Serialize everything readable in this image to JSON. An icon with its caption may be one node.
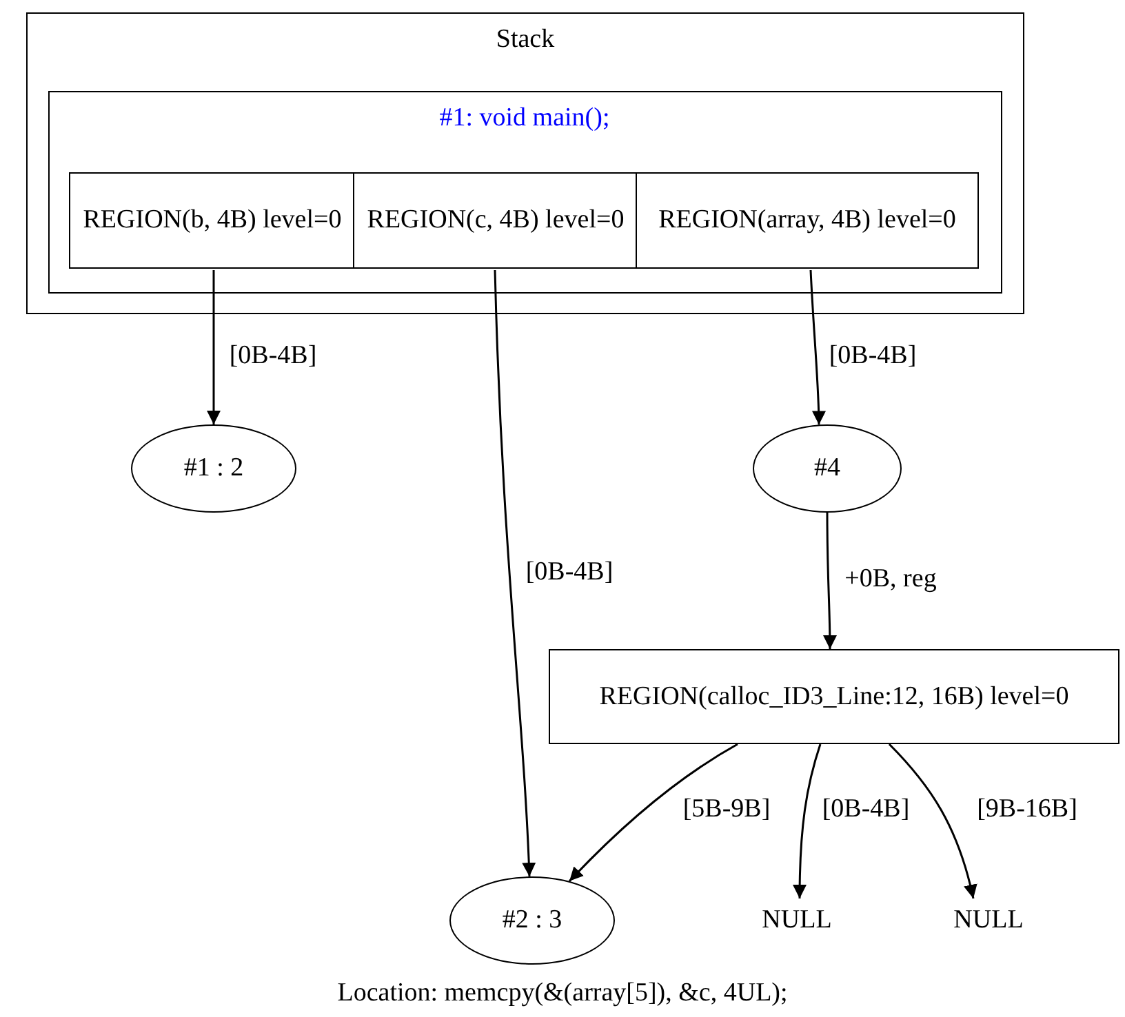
{
  "diagram": {
    "caption": "Location: memcpy(&(array[5]), &c, 4UL);",
    "nodes": [
      {
        "text": [
          "Stack"
        ]
      },
      {
        "text": [
          "#1: void main();"
        ],
        "in": 0
      },
      {
        "text": [
          "REGION(b, 4B) level=0"
        ],
        "in": 1
      },
      {
        "text": [
          "REGION(c, 4B) level=0"
        ],
        "in": 1
      },
      {
        "text": [
          "REGION(array, 4B) level=0"
        ],
        "in": 1
      },
      {
        "text": [
          "#1 : 2"
        ]
      },
      {
        "text": [
          "#4"
        ]
      },
      {
        "text": [
          "REGION(calloc_ID3_Line:12, 16B) level=0"
        ]
      },
      {
        "text": [
          "#2 : 3"
        ]
      },
      {
        "text": [
          "NULL"
        ]
      },
      {
        "text": [
          "NULL"
        ]
      }
    ],
    "edges": [
      {
        "from": 2,
        "to": 5,
        "arrow": "to",
        "label": "[0B-4B]"
      },
      {
        "from": 3,
        "to": 8,
        "arrow": "to",
        "label": "[0B-4B]"
      },
      {
        "from": 4,
        "to": 6,
        "arrow": "to",
        "label": "[0B-4B]"
      },
      {
        "from": 6,
        "to": 7,
        "arrow": "to",
        "label": "+0B, reg"
      },
      {
        "from": 7,
        "to": 8,
        "arrow": "to",
        "label": "[5B-9B]"
      },
      {
        "from": 7,
        "to": 9,
        "arrow": "to",
        "label": "[0B-4B]"
      },
      {
        "from": 7,
        "to": 10,
        "arrow": "to",
        "label": "[9B-16B]"
      }
    ]
  }
}
